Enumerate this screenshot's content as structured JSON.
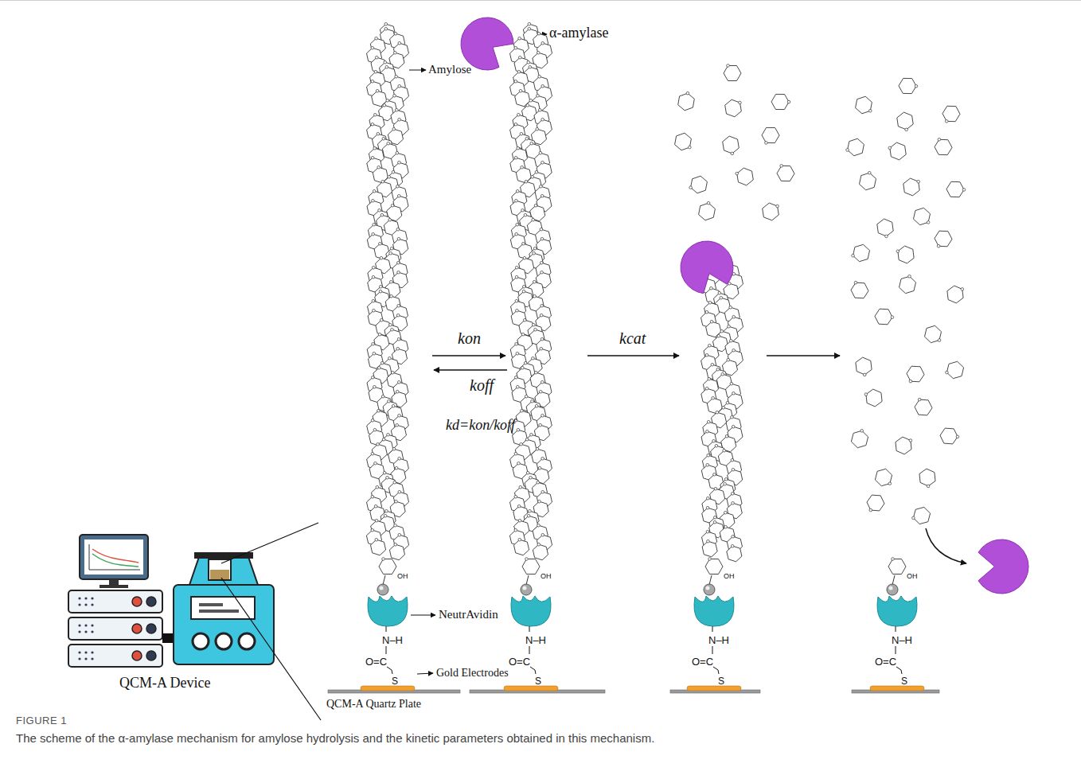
{
  "diagram": {
    "caption": "The scheme of the α-amylase mechanism for amylose hydrolysis and the kinetic parameters obtained in this mechanism.",
    "labels": [
      "FIGURE 1",
      "Amylose",
      "α-amylase",
      "kon",
      "koff",
      "kd=kon/koff",
      "kcat",
      "OH",
      "OH",
      "OH",
      "OH",
      "NeutrAvidin",
      "N–H",
      "N–H",
      "N–H",
      "N–H",
      "O=C",
      "O=C",
      "O=C",
      "O=C",
      "S",
      "S",
      "S",
      "S",
      "Gold Electrodes",
      "QCM-A Quartz Plate",
      "QCM-A Device"
    ]
  }
}
